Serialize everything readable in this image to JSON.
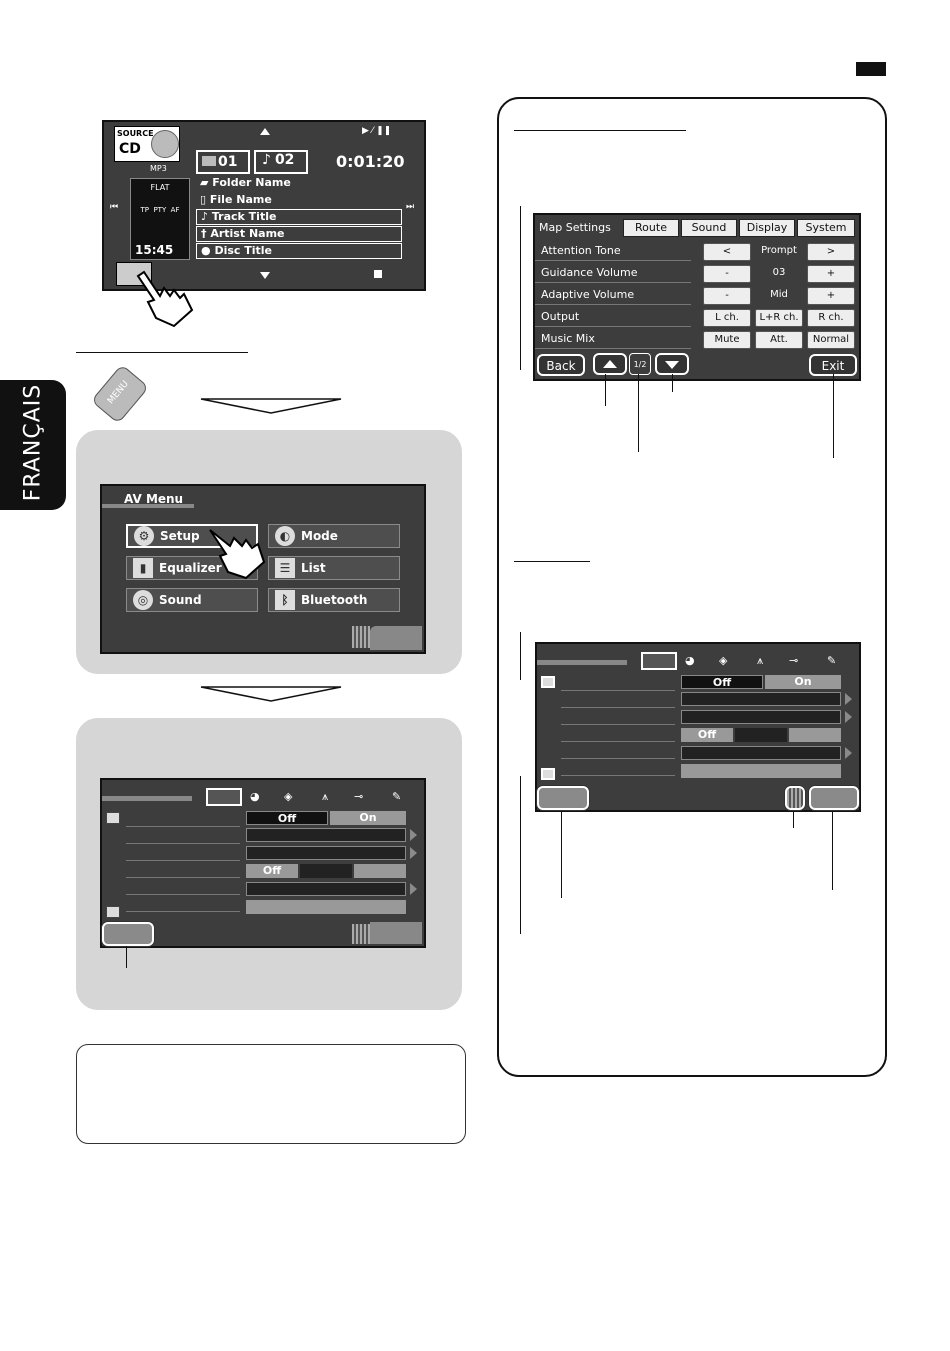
{
  "side_label": "FRANÇAIS",
  "cd_screen": {
    "source_label": "SOURCE",
    "source_value": "CD",
    "format": "MP3",
    "folder_no": "01",
    "track_no": "02",
    "time": "0:01:20",
    "eq": "FLAT",
    "indicators": "TP  PTY  AF",
    "clock": "15:45",
    "lines": [
      "Folder Name",
      "File Name",
      "Track Title",
      "Artist Name",
      "Disc Title"
    ]
  },
  "menu_button": "MENU",
  "av_menu": {
    "title": "AV Menu",
    "items": [
      "Setup",
      "Mode",
      "Equalizer",
      "List",
      "Sound",
      "Bluetooth"
    ]
  },
  "setup_screen": {
    "toggle1": [
      "Off",
      "On"
    ],
    "toggle2": "Off"
  },
  "map_settings": {
    "tabs": [
      "Map Settings",
      "Route",
      "Sound",
      "Display",
      "System"
    ],
    "rows": [
      {
        "label": "Attention Tone",
        "left": "<",
        "value": "Prompt",
        "right": ">"
      },
      {
        "label": "Guidance Volume",
        "left": "-",
        "value": "03",
        "right": "+"
      },
      {
        "label": "Adaptive Volume",
        "left": "-",
        "value": "Mid",
        "right": "+"
      },
      {
        "label": "Output",
        "left": "L ch.",
        "value": "L+R ch.",
        "right": "R ch."
      },
      {
        "label": "Music Mix",
        "left": "Mute",
        "value": "Att.",
        "right": "Normal"
      }
    ],
    "back": "Back",
    "page": "1/2",
    "exit": "Exit"
  },
  "setup_screen2": {
    "toggle1": [
      "Off",
      "On"
    ],
    "toggle2": "Off"
  }
}
